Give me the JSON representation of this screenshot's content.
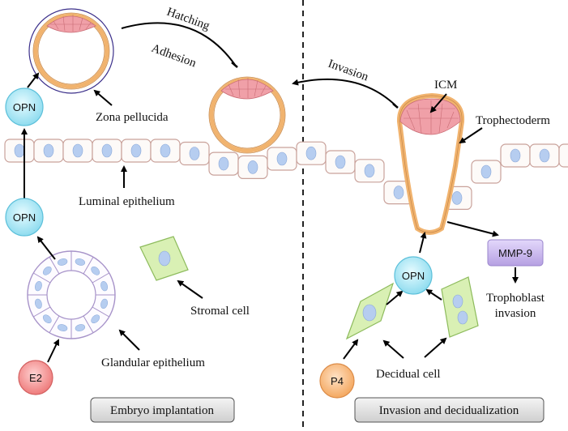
{
  "labels": {
    "hatching": "Hatching",
    "adhesion": "Adhesion",
    "invasion": "Invasion",
    "zona_pellucida": "Zona pellucida",
    "icm": "ICM",
    "trophectoderm": "Trophectoderm",
    "luminal_epithelium": "Luminal epithelium",
    "stromal_cell": "Stromal cell",
    "glandular_epithelium": "Glandular epithelium",
    "decidual_cell": "Decidual cell",
    "trophoblast_invasion_line1": "Trophoblast",
    "trophoblast_invasion_line2": "invasion"
  },
  "nodes": {
    "opn_top": "OPN",
    "opn_mid": "OPN",
    "opn_right": "OPN",
    "e2": "E2",
    "p4": "P4",
    "mmp9": "MMP-9"
  },
  "panels": {
    "left": "Embryo implantation",
    "right": "Invasion and decidualization"
  },
  "colors": {
    "opn_fill": "#b9ecf7",
    "opn_stroke": "#5cc0da",
    "e2_fill": "#f28b8b",
    "p4_fill": "#f8b57a",
    "mmp9_fill": "#c9b8ec",
    "cell_fill": "#fdfaf8",
    "cell_stroke": "#c9a29b",
    "nucleus": "#b6cdf0",
    "icm_fill": "#f0a0a8",
    "troph": "#f5c58e",
    "stromal": "#d9f0b4",
    "gland_stroke": "#a793c9",
    "panel_fill": "#e2e2e2"
  }
}
